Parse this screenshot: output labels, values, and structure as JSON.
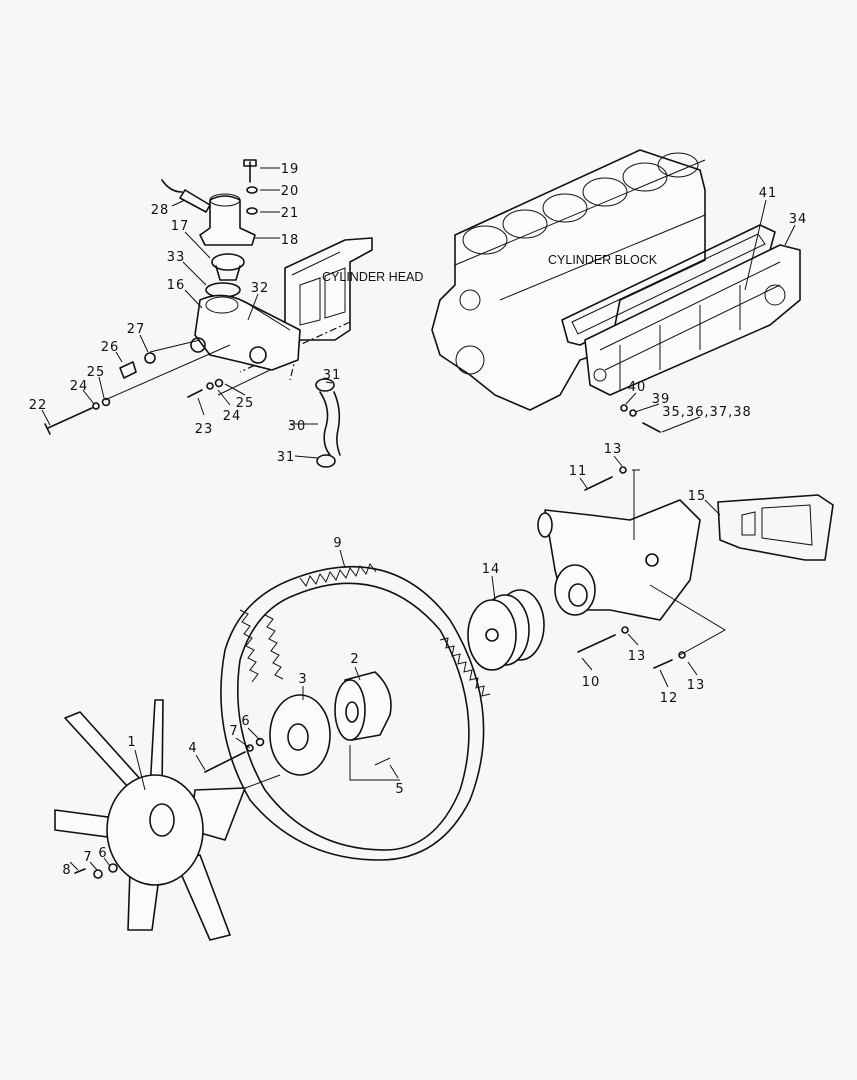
{
  "diagram": {
    "section_labels": {
      "cylinder_head": "CYLINDER HEAD",
      "cylinder_block": "CYLINDER BLOCK"
    },
    "callouts": [
      "19",
      "20",
      "21",
      "18",
      "28",
      "17",
      "33",
      "16",
      "32",
      "27",
      "26",
      "25",
      "24",
      "22",
      "23",
      "24",
      "25",
      "31",
      "30",
      "31",
      "41",
      "34",
      "40",
      "39",
      "35,36,37,38",
      "13",
      "11",
      "15",
      "9",
      "14",
      "10",
      "13",
      "12",
      "13",
      "2",
      "3",
      "7",
      "6",
      "4",
      "5",
      "1",
      "8",
      "7",
      "6"
    ],
    "line_color": "#111111",
    "background_color": "#f7f7f5"
  }
}
